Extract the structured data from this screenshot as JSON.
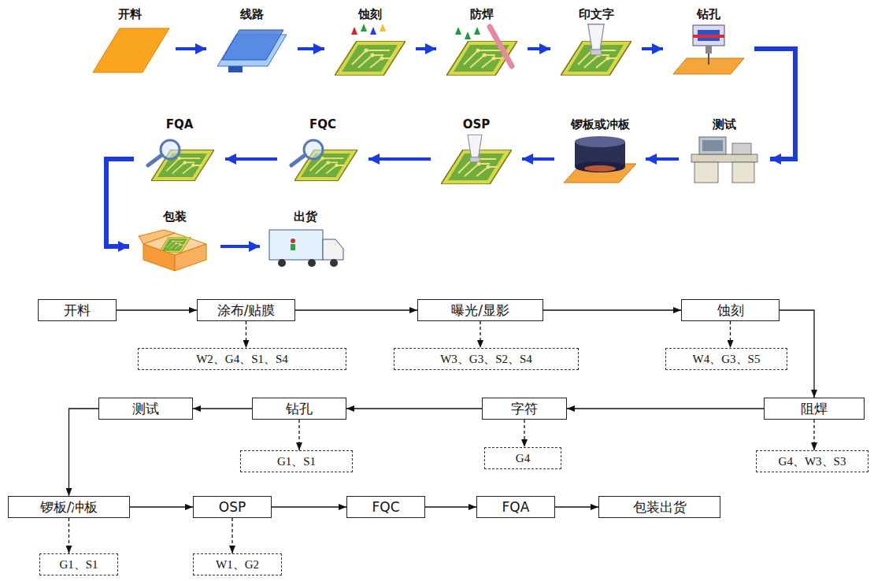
{
  "diagram": {
    "nodes": [
      {
        "text": [
          "开料"
        ]
      },
      {
        "text": [
          "线路"
        ]
      },
      {
        "text": [
          "蚀刻"
        ]
      },
      {
        "text": [
          "防焊"
        ]
      },
      {
        "text": [
          "印文字"
        ]
      },
      {
        "text": [
          "钻孔"
        ]
      },
      {
        "text": [
          "测试"
        ]
      },
      {
        "text": [
          "锣板或冲板"
        ]
      },
      {
        "text": [
          "OSP"
        ]
      },
      {
        "text": [
          "FQC"
        ]
      },
      {
        "text": [
          "FQA"
        ]
      },
      {
        "text": [
          "包装"
        ]
      },
      {
        "text": [
          "出货"
        ]
      },
      {
        "text": [
          "开料"
        ]
      },
      {
        "text": [
          "涂布/贴膜"
        ]
      },
      {
        "text": [
          "曝光/显影"
        ]
      },
      {
        "text": [
          "蚀刻"
        ]
      },
      {
        "text": [
          "阻焊"
        ]
      },
      {
        "text": [
          "字符"
        ]
      },
      {
        "text": [
          "钻孔"
        ]
      },
      {
        "text": [
          "测试"
        ]
      },
      {
        "text": [
          "锣板/冲板"
        ]
      },
      {
        "text": [
          "OSP"
        ]
      },
      {
        "text": [
          "FQC"
        ]
      },
      {
        "text": [
          "FQA"
        ]
      },
      {
        "text": [
          "包装出货"
        ]
      },
      {
        "text": [
          "W2、G4、S1、S4"
        ]
      },
      {
        "text": [
          "W3、G3、S2、S4"
        ]
      },
      {
        "text": [
          "W4、G3、S5"
        ]
      },
      {
        "text": [
          "G4、W3、S3"
        ]
      },
      {
        "text": [
          "G4"
        ]
      },
      {
        "text": [
          "G1、S1"
        ]
      },
      {
        "text": [
          "G1、S1"
        ]
      },
      {
        "text": [
          "W1、G2"
        ]
      }
    ],
    "edges": [
      {
        "from": 0,
        "to": 1,
        "arrow": "to"
      },
      {
        "from": 1,
        "to": 2,
        "arrow": "to"
      },
      {
        "from": 2,
        "to": 3,
        "arrow": "to"
      },
      {
        "from": 3,
        "to": 4,
        "arrow": "to"
      },
      {
        "from": 4,
        "to": 5,
        "arrow": "to"
      },
      {
        "from": 5,
        "to": 6,
        "arrow": "to"
      },
      {
        "from": 6,
        "to": 7,
        "arrow": "to"
      },
      {
        "from": 7,
        "to": 8,
        "arrow": "to"
      },
      {
        "from": 8,
        "to": 9,
        "arrow": "to"
      },
      {
        "from": 9,
        "to": 10,
        "arrow": "to"
      },
      {
        "from": 10,
        "to": 11,
        "arrow": "to"
      },
      {
        "from": 11,
        "to": 12,
        "arrow": "to"
      },
      {
        "from": 13,
        "to": 14,
        "arrow": "to"
      },
      {
        "from": 14,
        "to": 15,
        "arrow": "to"
      },
      {
        "from": 15,
        "to": 16,
        "arrow": "to"
      },
      {
        "from": 16,
        "to": 17,
        "arrow": "to"
      },
      {
        "from": 17,
        "to": 18,
        "arrow": "to"
      },
      {
        "from": 18,
        "to": 19,
        "arrow": "to"
      },
      {
        "from": 19,
        "to": 20,
        "arrow": "to"
      },
      {
        "from": 20,
        "to": 21,
        "arrow": "to"
      },
      {
        "from": 21,
        "to": 22,
        "arrow": "to"
      },
      {
        "from": 22,
        "to": 23,
        "arrow": "to"
      },
      {
        "from": 23,
        "to": 24,
        "arrow": "to"
      },
      {
        "from": 24,
        "to": 25,
        "arrow": "to"
      },
      {
        "from": 14,
        "to": 26,
        "arrow": "to"
      },
      {
        "from": 15,
        "to": 27,
        "arrow": "to"
      },
      {
        "from": 16,
        "to": 28,
        "arrow": "to"
      },
      {
        "from": 17,
        "to": 29,
        "arrow": "to"
      },
      {
        "from": 18,
        "to": 30,
        "arrow": "to"
      },
      {
        "from": 19,
        "to": 31,
        "arrow": "to"
      },
      {
        "from": 21,
        "to": 32,
        "arrow": "to"
      },
      {
        "from": 22,
        "to": 33,
        "arrow": "to"
      }
    ]
  }
}
